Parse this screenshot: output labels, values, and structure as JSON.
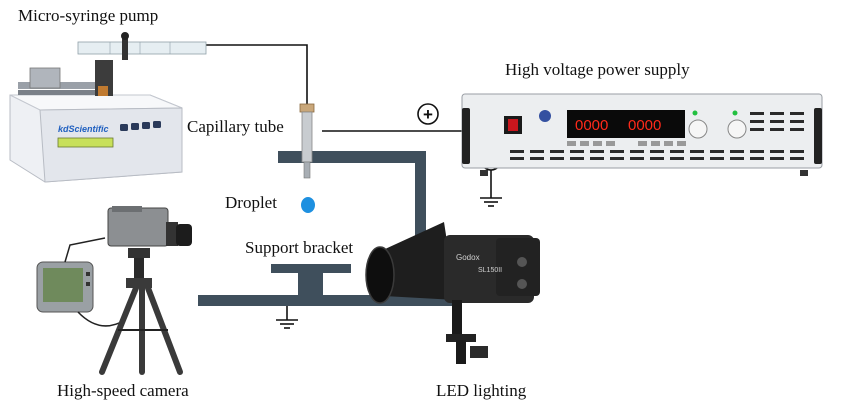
{
  "labels": {
    "syringe_pump": "Micro-syringe pump",
    "power_supply": "High voltage power supply",
    "capillary": "Capillary tube",
    "droplet": "Droplet",
    "bracket": "Support bracket",
    "camera": "High-speed camera",
    "led": "LED lighting"
  },
  "symbols": {
    "positive": "+",
    "negative": "−"
  },
  "devices": {
    "pump_brand": "kdScientific",
    "psu_display_left": "0000",
    "psu_display_right": "0000",
    "led_brand": "Godox",
    "led_model": "SL150II"
  },
  "colors": {
    "frame": "#3f4f5c",
    "droplet": "#1e90e0",
    "pump_brand": "#2060c0",
    "psu_display": "#ff2a1a",
    "psu_led": "#22c040"
  },
  "icons": [
    "ground-icon",
    "plus-terminal-icon",
    "minus-terminal-icon"
  ]
}
